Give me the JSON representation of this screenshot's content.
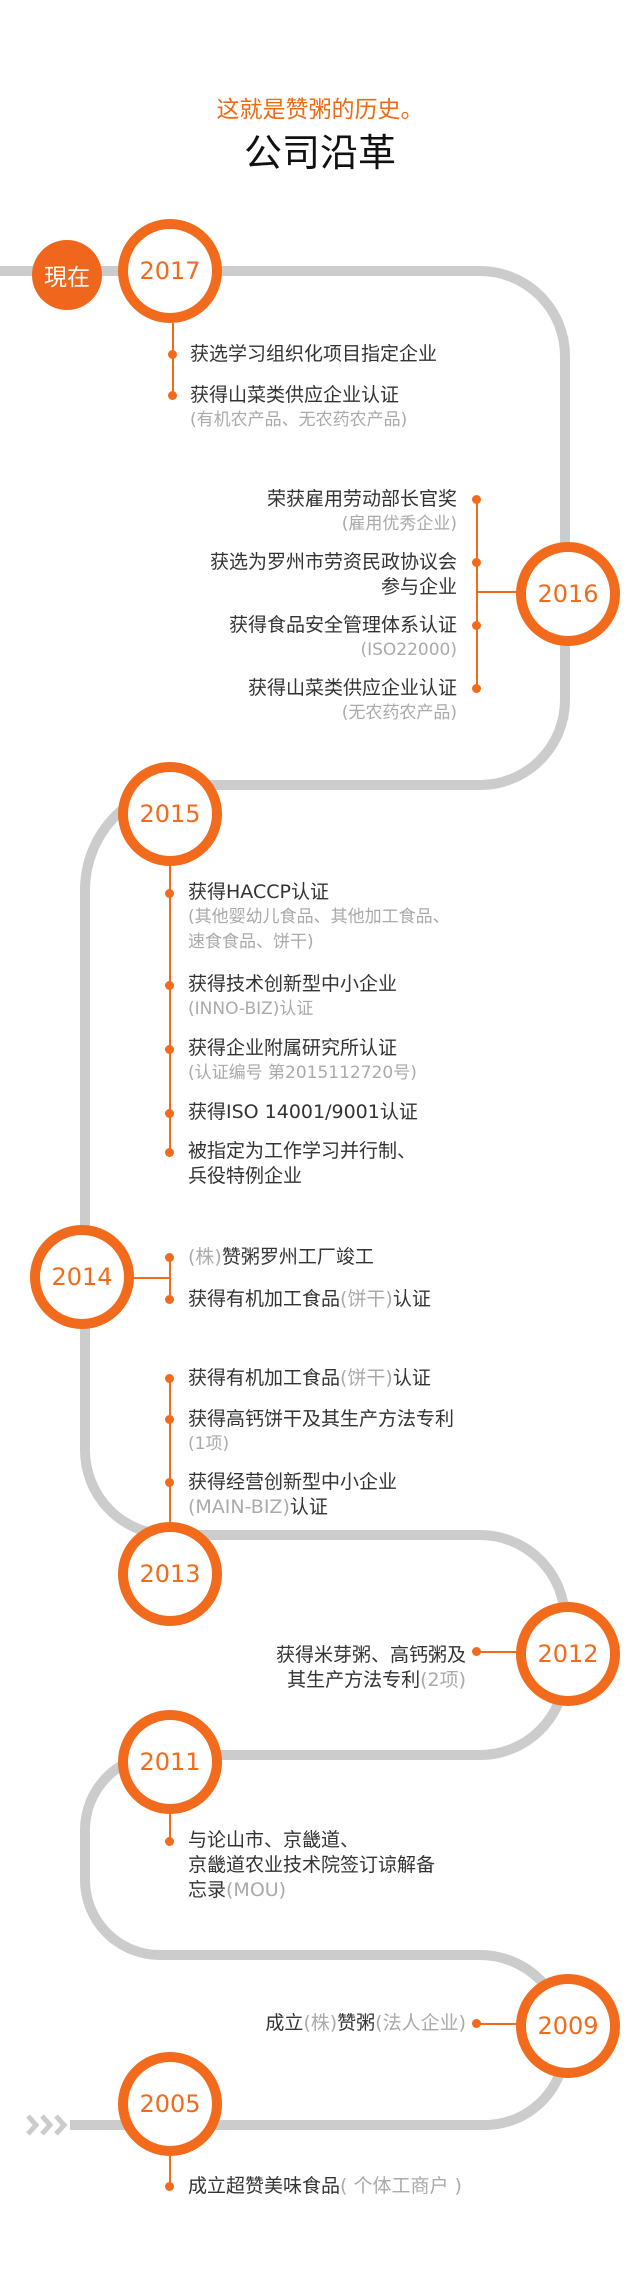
{
  "header": {
    "subtitle": "这就是赞粥的历史。",
    "title": "公司沿革"
  },
  "now_label": "現在",
  "years": {
    "y2017": "2017",
    "y2016": "2016",
    "y2015": "2015",
    "y2014": "2014",
    "y2013": "2013",
    "y2012": "2012",
    "y2011": "2011",
    "y2009": "2009",
    "y2005": "2005"
  },
  "e2017": {
    "a": "获选学习组织化项目指定企业",
    "b": "获得山菜类供应企业认证",
    "b_note": "(有机农产品、无农药农产品)"
  },
  "e2016": {
    "a": "荣获雇用劳动部长官奖",
    "a_note": "(雇用优秀企业)",
    "b1": "获选为罗州市劳资民政协议会",
    "b2": "参与企业",
    "c": "获得食品安全管理体系认证",
    "c_note": "(ISO22000)",
    "d": "获得山菜类供应企业认证",
    "d_note": "(无农药农产品)"
  },
  "e2015": {
    "a": "获得HACCP认证",
    "a_note1": "(其他婴幼儿食品、其他加工食品、",
    "a_note2": "速食食品、饼干)",
    "b": "获得技术创新型中小企业",
    "b_note": "(INNO-BIZ)认证",
    "c": "获得企业附属研究所认证",
    "c_note": "(认证编号 第2015112720号)",
    "d": "获得ISO 14001/9001认证",
    "e1": "被指定为工作学习并行制、",
    "e2": "兵役特例企业"
  },
  "e2014": {
    "a_pre": "(株)",
    "a": "赞粥罗州工厂竣工",
    "b": "获得有机加工食品",
    "b_mid": "(饼干)",
    "b_end": "认证"
  },
  "e2013": {
    "a": "获得有机加工食品",
    "a_mid": "(饼干)",
    "a_end": "认证",
    "b": "获得高钙饼干及其生产方法专利",
    "b_note": "(1项)",
    "c": "获得经营创新型中小企业",
    "c_note": "(MAIN-BIZ)",
    "c_end": "认证"
  },
  "e2012": {
    "a1": "获得米芽粥、高钙粥及",
    "a2": "其生产方法专利",
    "a2_note": "(2项)"
  },
  "e2011": {
    "a1": "与论山市、京畿道、",
    "a2": "京畿道农业技术院签订谅解备",
    "a3": "忘录",
    "a3_note": "(MOU)"
  },
  "e2009": {
    "a": "成立",
    "a_pre": "(株)",
    "a_mid": "赞粥",
    "a_note": "(法人企业)"
  },
  "e2005": {
    "a": "成立超赞美味食品",
    "a_note": "( 个体工商户 )"
  },
  "colors": {
    "accent": "#f26a1b",
    "track": "#cccccc"
  }
}
